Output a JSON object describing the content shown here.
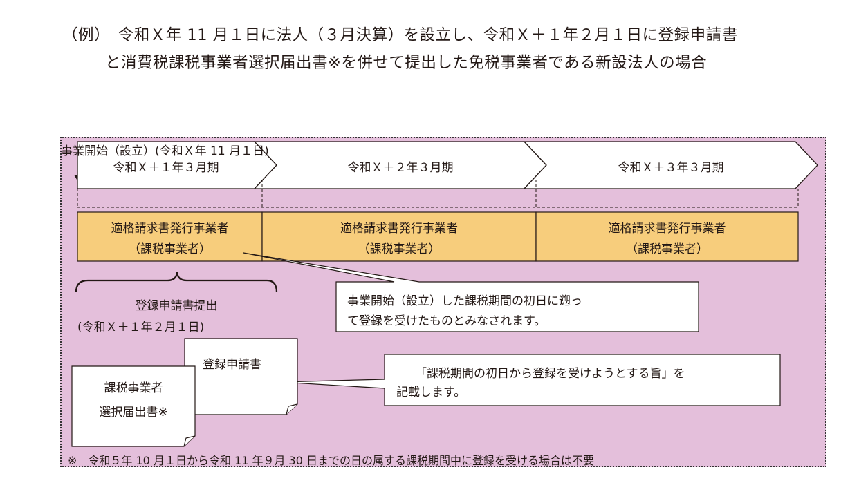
{
  "title": {
    "line1": "（例）　令和Ｘ年 11 月１日に法人（３月決算）を設立し、令和Ｘ＋１年２月１日に登録申請書",
    "line2": "と消費税課税事業者選択届出書※を併せて提出した免税事業者である新設法人の場合"
  },
  "start_label": "事業開始（設立）(令和Ｘ年 11 月１日)",
  "periods": [
    "令和Ｘ＋１年３月期",
    "令和Ｘ＋２年３月期",
    "令和Ｘ＋３年３月期"
  ],
  "status": {
    "line1": "適格請求書発行事業者",
    "line2": "（課税事業者）"
  },
  "submission": {
    "line1": "登録申請書提出",
    "line2": "(令和Ｘ＋１年２月１日)"
  },
  "documents": {
    "registration": "登録申請書",
    "election_line1": "課税事業者",
    "election_line2": "選択届出書※"
  },
  "callouts": {
    "effect_line1": "事業開始（設立）した課税期間の初日に遡っ",
    "effect_line2": "て登録を受けたものとみなされます。",
    "note_line1": "「課税期間の初日から登録を受けようとする旨」を",
    "note_line2": "記載します。"
  },
  "footnote": "※　令和５年 10 月１日から令和 11 年９月 30 日までの日の属する課税期間中に登録を受ける場合は不要",
  "colors": {
    "panel_bg": "#e4bfdb",
    "status_bg": "#f7cd7c",
    "border": "#231815"
  }
}
